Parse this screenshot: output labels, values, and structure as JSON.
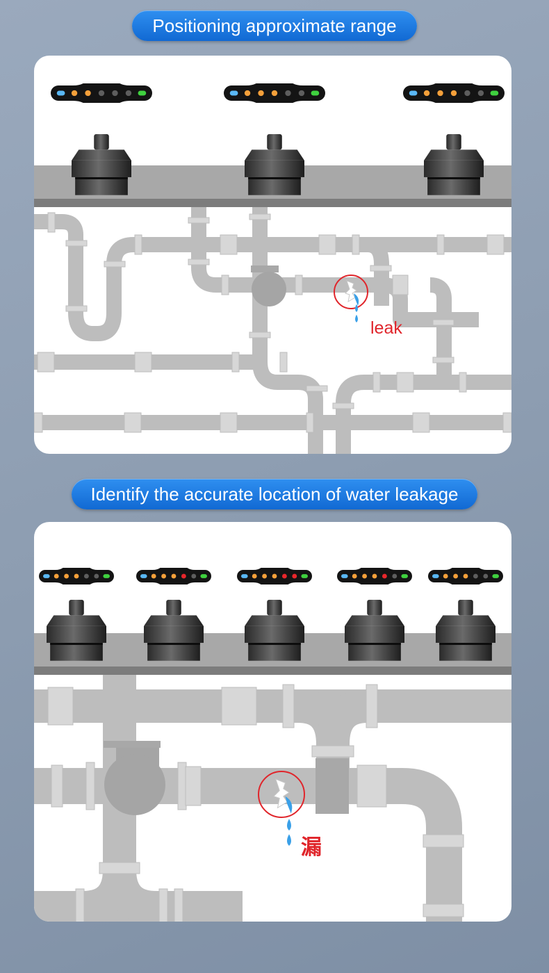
{
  "sections": [
    {
      "heading": "Positioning approximate range",
      "leak_label": "leak",
      "detectors": [
        {
          "indicator_leds": [
            "blue",
            "orange",
            "orange",
            "gray",
            "gray",
            "gray",
            "green"
          ]
        },
        {
          "indicator_leds": [
            "blue",
            "orange",
            "orange",
            "orange",
            "gray",
            "gray",
            "green"
          ]
        },
        {
          "indicator_leds": [
            "blue",
            "orange",
            "orange",
            "orange",
            "gray",
            "gray",
            "green"
          ]
        }
      ]
    },
    {
      "heading": "Identify the accurate location of water leakage",
      "leak_label": "漏",
      "detectors": [
        {
          "indicator_leds": [
            "blue",
            "orange",
            "orange",
            "orange",
            "gray",
            "gray",
            "green"
          ]
        },
        {
          "indicator_leds": [
            "blue",
            "orange",
            "orange",
            "orange",
            "red",
            "gray",
            "green"
          ]
        },
        {
          "indicator_leds": [
            "blue",
            "orange",
            "orange",
            "orange",
            "red",
            "red",
            "green"
          ]
        },
        {
          "indicator_leds": [
            "blue",
            "orange",
            "orange",
            "orange",
            "red",
            "gray",
            "green"
          ]
        },
        {
          "indicator_leds": [
            "blue",
            "orange",
            "orange",
            "orange",
            "gray",
            "gray",
            "green"
          ]
        }
      ]
    }
  ],
  "colors": {
    "heading_bg": "#1f7fe6",
    "leak_marker": "#e0252b",
    "water_drop": "#3aa0e8",
    "pipe": "#bdbdbd",
    "led_blue": "#5ab8f5",
    "led_orange": "#f5a03a",
    "led_red": "#e8262b",
    "led_gray": "#5e5e5e",
    "led_green": "#3fd13f"
  },
  "icons": [
    "detector-icon",
    "indicator-bar-icon",
    "leak-crack-icon",
    "water-drop-icon",
    "valve-icon"
  ]
}
